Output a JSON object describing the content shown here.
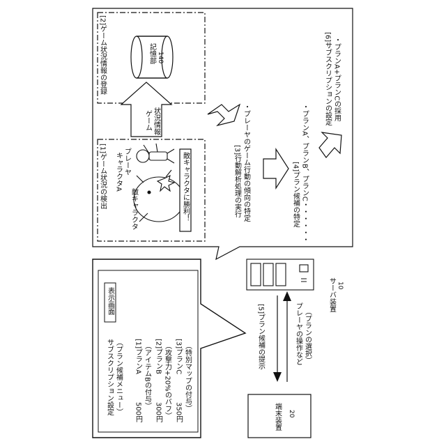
{
  "speech_bubble": {
    "title": "表示画面",
    "lines": [
      "サブスクリプション設定",
      "（プラン候補メニュー）",
      "[1]プランA　　　　500円",
      "　（アイテムBの付与）",
      "[2]プランB　　　　300円",
      "　（攻撃力+20%のバフ）",
      "[3]プランC　　　　350円",
      "　（特別マップの付与）"
    ]
  },
  "terminal": {
    "label": "端末装置",
    "number": "20"
  },
  "arrows": {
    "presentation": "[5]プラン候補の提示",
    "operation_1": "プレーヤの操作など",
    "operation_2": "（プランの選択）"
  },
  "server": {
    "label": "サーバ装置",
    "number": "10"
  },
  "step1": {
    "title": "[1]ゲーム状況の検出",
    "player_1": "プレーヤ",
    "player_2": "キャラクタA",
    "enemy": "敵キャラクタ",
    "result": "敵キャラクタに勝利！"
  },
  "game_status_info": {
    "line1": "ゲーム",
    "line2": "状況情報"
  },
  "step2": {
    "title": "[2]ゲーム状況情報の登録",
    "storage_label": "記憶部",
    "storage_number": "140"
  },
  "step3": {
    "title": "[3]行動解析処理の実行",
    "detail": "・プレーヤのゲーム行動の傾向の特定"
  },
  "step4": {
    "title": "[4]プラン候補の特定",
    "detail": "・プランA、プランB、プランC・・・・・・"
  },
  "step6": {
    "title": "[6]サブスクリプションの設定",
    "detail": "・プランA+プランCの採用"
  }
}
